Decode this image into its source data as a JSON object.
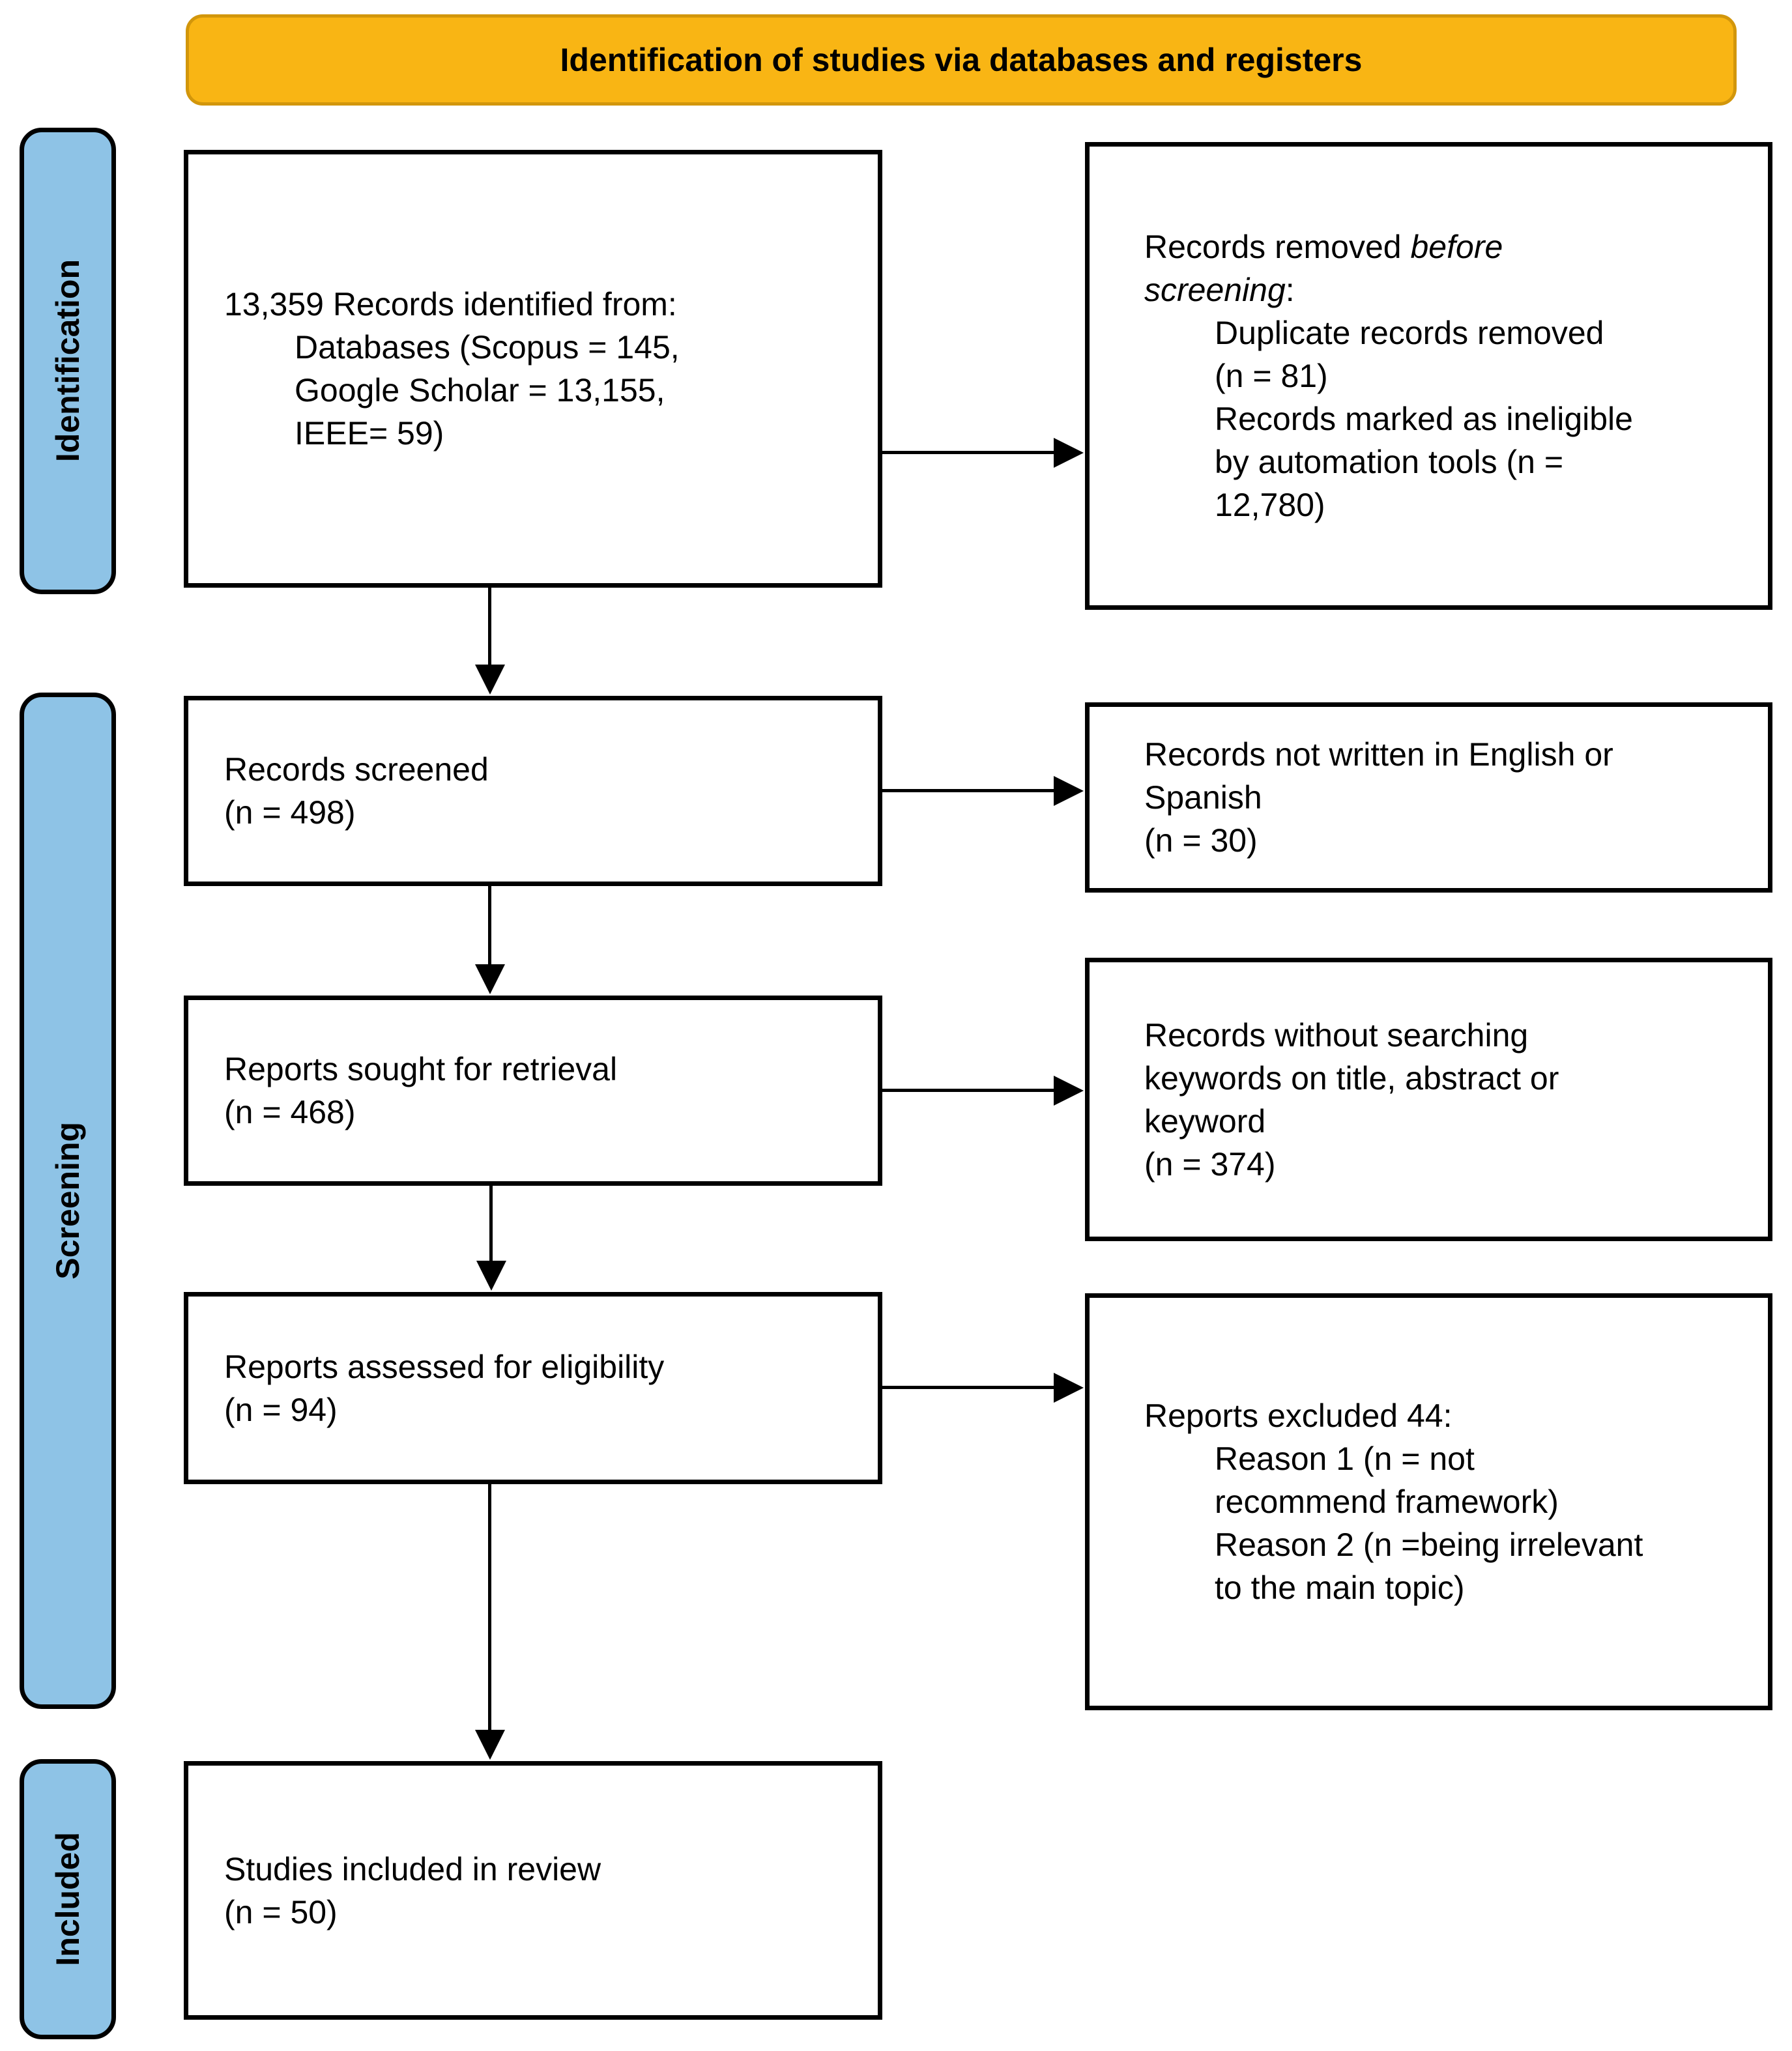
{
  "header": {
    "title": "Identification of studies via databases and registers"
  },
  "sidebar": {
    "identification": "Identification",
    "screening": "Screening",
    "included": "Included"
  },
  "boxes": {
    "identified": {
      "main": "13,359 Records identified from:",
      "indent": "Databases (Scopus = 145,\nGoogle Scholar = 13,155,\nIEEE= 59)"
    },
    "removed": {
      "line1_normal": "Records removed ",
      "line1_italic": "before",
      "line2_italic": "screening",
      "line2_normal": ":",
      "indent": "Duplicate records removed\n(n = 81)\nRecords marked as ineligible\nby automation tools (n =\n12,780)"
    },
    "screened": {
      "text": "Records screened\n(n = 498)"
    },
    "not_english": {
      "text": "Records not written in English or\nSpanish\n(n = 30)"
    },
    "sought": {
      "text": "Reports sought for retrieval\n(n = 468)"
    },
    "no_keywords": {
      "text": "Records without searching\nkeywords on title, abstract or\nkeyword\n(n = 374)"
    },
    "assessed": {
      "text": "Reports assessed for eligibility\n(n = 94)"
    },
    "excluded": {
      "main": "Reports excluded 44:",
      "indent": "Reason 1 (n = not\nrecommend framework)\nReason 2 (n =being irrelevant\nto the main topic)"
    },
    "included_review": {
      "text": "Studies included in review\n(n = 50)"
    }
  },
  "colors": {
    "header_bg": "#F9B514",
    "header_border": "#D2960B",
    "sidebar_bg": "#8EC3E6",
    "box_border": "#000000",
    "arrow_color": "#000000",
    "text_color": "#000000",
    "page_bg": "#FFFFFF"
  }
}
